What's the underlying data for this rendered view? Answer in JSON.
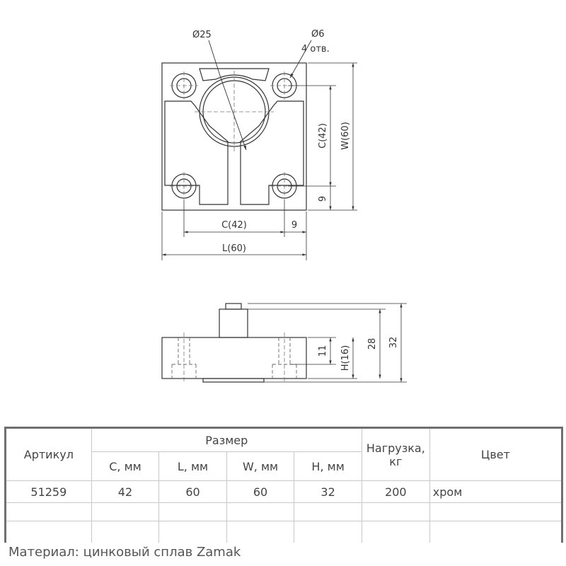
{
  "drawing": {
    "top_view": {
      "dia_big": "Ø25",
      "dia_small": "Ø6",
      "holes_note": "4 отв.",
      "c_vertical": "C(42)",
      "w_vertical": "W(60)",
      "nine_vertical": "9",
      "c_horizontal": "C(42)",
      "nine_horizontal": "9",
      "l_horizontal": "L(60)"
    },
    "side_view": {
      "dim_11": "11",
      "dim_h": "H(16)",
      "dim_28": "28",
      "dim_32": "32"
    }
  },
  "table": {
    "headers": {
      "article": "Артикул",
      "size": "Размер",
      "load": "Нагрузка, кг",
      "color": "Цвет",
      "c": "С, мм",
      "l": "L, мм",
      "w": "W, мм",
      "h": "H, мм"
    },
    "row": {
      "article": "51259",
      "c": "42",
      "l": "60",
      "w": "60",
      "h": "32",
      "load": "200",
      "color": "хром"
    }
  },
  "material": "Материал: цинковый сплав Zamak"
}
